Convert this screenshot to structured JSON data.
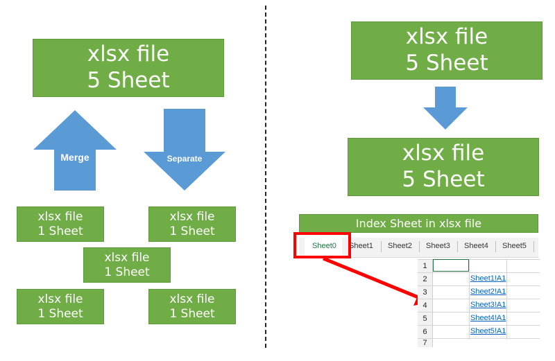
{
  "left": {
    "top_box": {
      "line1": "xlsx file",
      "line2": "5 Sheet"
    },
    "merge_label": "Merge",
    "separate_label": "Separate",
    "boxes": [
      {
        "line1": "xlsx file",
        "line2": "1 Sheet"
      },
      {
        "line1": "xlsx file",
        "line2": "1 Sheet"
      },
      {
        "line1": "xlsx file",
        "line2": "1 Sheet"
      },
      {
        "line1": "xlsx file",
        "line2": "1 Sheet"
      },
      {
        "line1": "xlsx file",
        "line2": "1 Sheet"
      }
    ]
  },
  "right": {
    "top_box": {
      "line1": "xlsx file",
      "line2": "5 Sheet"
    },
    "bottom_box": {
      "line1": "xlsx file",
      "line2": "5 Sheet"
    },
    "index_banner": "Index Sheet in xlsx file",
    "tabs": [
      "Sheet0",
      "Sheet1",
      "Sheet2",
      "Sheet3",
      "Sheet4",
      "Sheet5"
    ],
    "rows": [
      {
        "num": "1",
        "link": ""
      },
      {
        "num": "2",
        "link": "Sheet1!A1"
      },
      {
        "num": "3",
        "link": "Sheet2!A1"
      },
      {
        "num": "4",
        "link": "Sheet3!A1"
      },
      {
        "num": "5",
        "link": "Sheet4!A1"
      },
      {
        "num": "6",
        "link": "Sheet5!A1"
      },
      {
        "num": "7",
        "link": ""
      }
    ]
  },
  "colors": {
    "box_green": "#70ad47",
    "arrow_blue": "#5b9bd5",
    "highlight_red": "#ff0000",
    "active_tab_text": "#217346"
  }
}
